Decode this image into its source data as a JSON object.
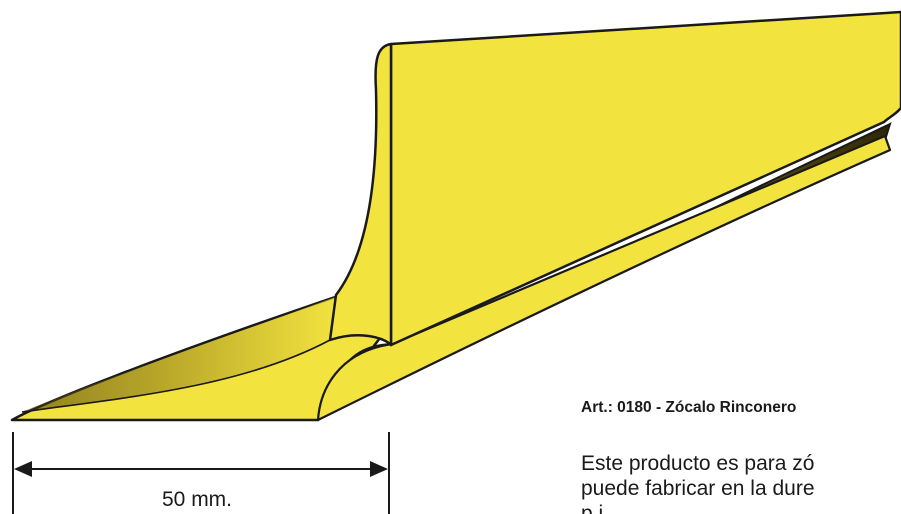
{
  "product": {
    "title": "Art.: 0180 - Zócalo Rinconero",
    "description_lines": [
      "Este producto es para zó",
      "puede fabricar en la dure",
      "p         i"
    ]
  },
  "dimension": {
    "label": "50 mm."
  },
  "colors": {
    "profile_fill": "#f3e33f",
    "profile_outline": "#1a1a1a",
    "shadow": "#5a4d12"
  }
}
